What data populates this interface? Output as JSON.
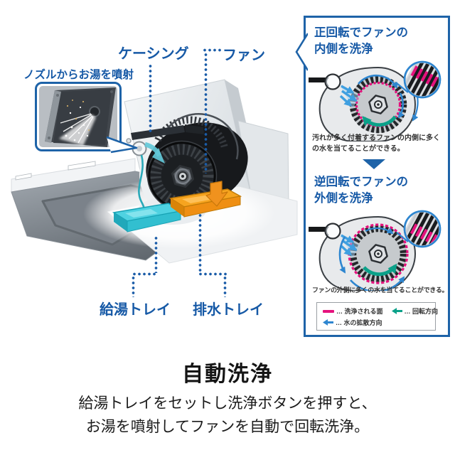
{
  "hood": {
    "nozzle_callout": "ノズルからお湯を噴射",
    "label_casing": "ケーシング",
    "label_fan": "ファン",
    "label_hot_water_tray": "給湯トレイ",
    "label_drain_tray": "排水トレイ",
    "colors": {
      "leader_blue": "#1a5ca8",
      "hot_water_tray": "#3fc9da",
      "drain_tray": "#f0921e",
      "water_line": "#2aa9b8"
    }
  },
  "panel": {
    "border_color": "#1e63a8",
    "sections": [
      {
        "title_line1": "正回転でファンの",
        "title_line2": "内側を洗浄",
        "caption": "汚れが多く付着するファンの内側に多くの水を当てることができる。"
      },
      {
        "title_line1": "逆回転でファンの",
        "title_line2": "外側を洗浄",
        "caption": "ファンの外側に多くの水を当てることができる。"
      }
    ],
    "legend": {
      "items": [
        {
          "name": "cleaned-surface",
          "label": "… 洗浄される面",
          "color": "#e5127d"
        },
        {
          "name": "rotation-direction",
          "label": "… 回転方向",
          "color": "#0ba189"
        },
        {
          "name": "water-spread-direction",
          "label": "… 水の拡散方向",
          "color": "#2e86d0"
        }
      ]
    }
  },
  "footer": {
    "title": "自動洗浄",
    "line1": "給湯トレイをセットし洗浄ボタンを押すと、",
    "line2": "お湯を噴射してファンを自動で回転洗浄。"
  }
}
